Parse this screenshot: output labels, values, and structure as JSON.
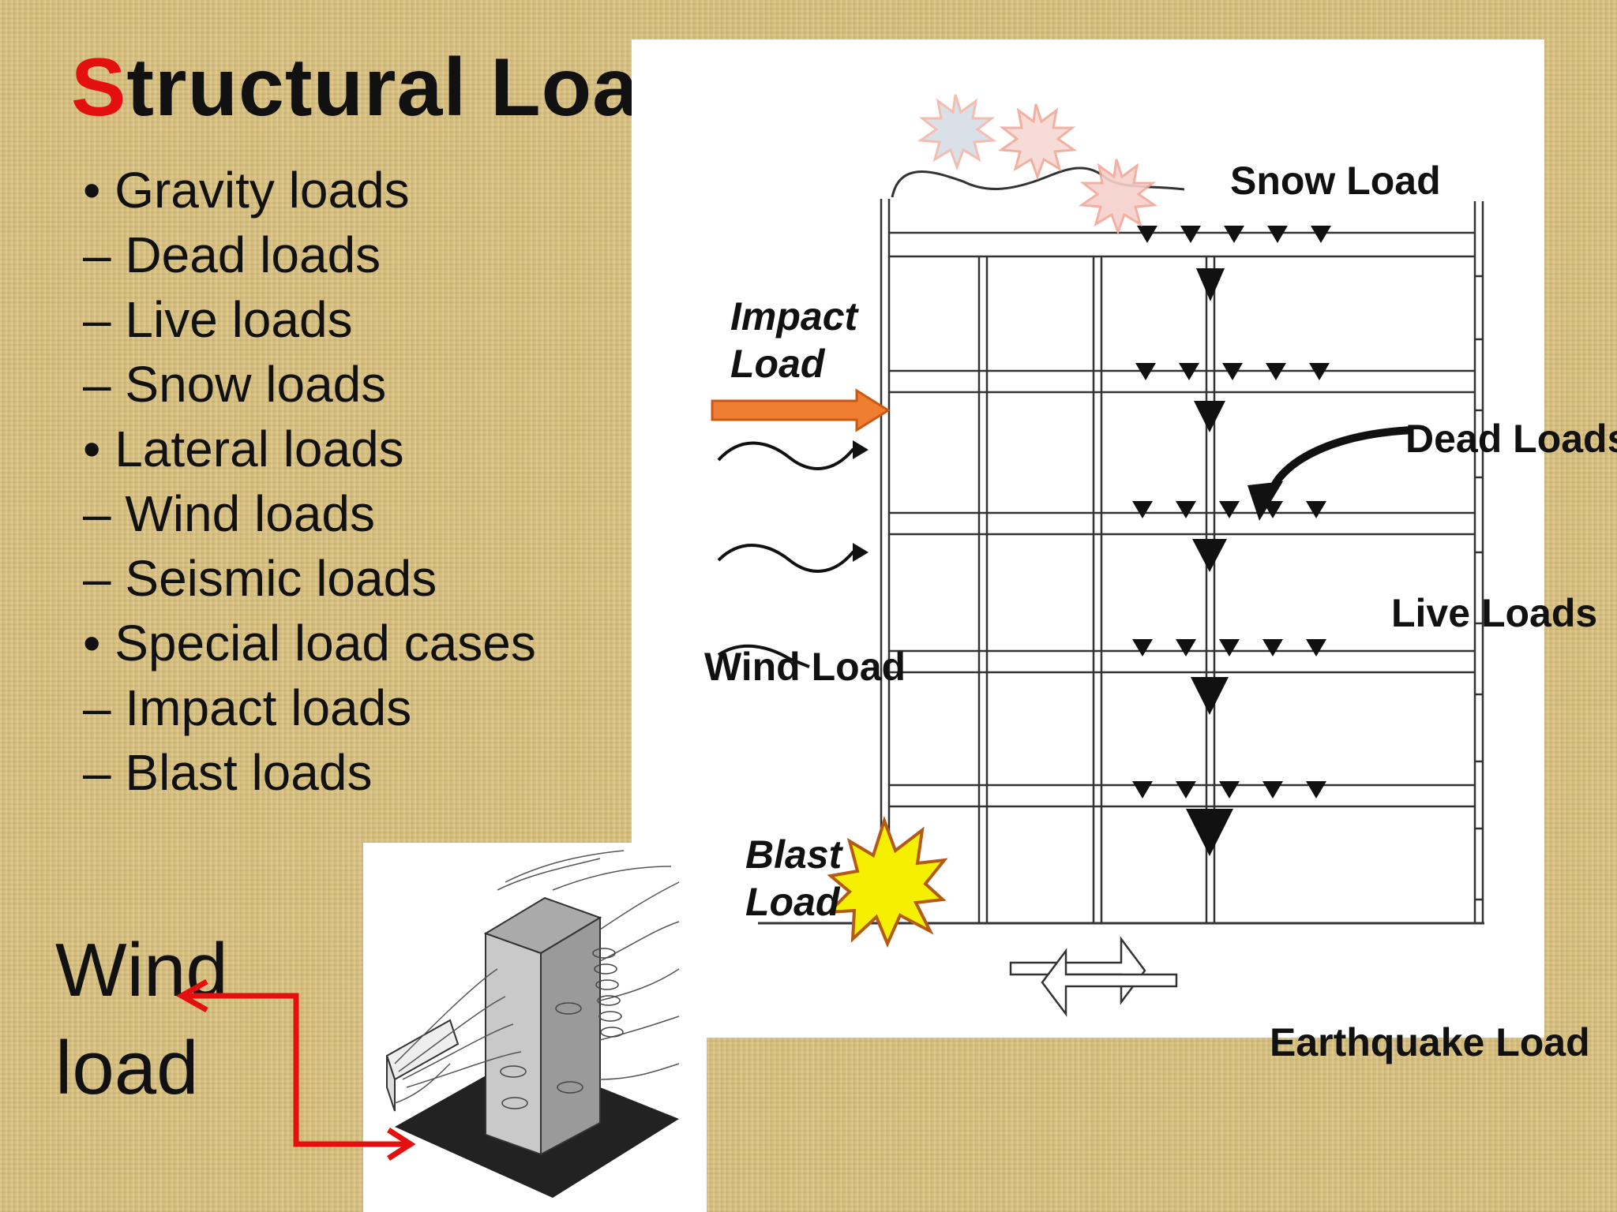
{
  "slide": {
    "title_first_letter": "S",
    "title_rest": "tructural Load",
    "bullets": [
      "• Gravity loads",
      "– Dead loads",
      "– Live loads",
      "– Snow loads",
      "• Lateral loads",
      "– Wind loads",
      "– Seismic loads",
      "• Special load cases",
      "– Impact loads",
      "– Blast loads"
    ],
    "wind_caption": [
      "Wind",
      "load"
    ]
  },
  "diagram": {
    "labels": {
      "snow": "Snow Load",
      "impact_line1": "Impact",
      "impact_line2": "Load",
      "dead": "Dead Loads",
      "live": "Live Loads",
      "wind": "Wind Load",
      "blast_line1": "Blast",
      "blast_line2": "Load",
      "earthquake": "Earthquake Load"
    },
    "colors": {
      "title_accent": "#e41010",
      "impact_arrow": "#f07d32",
      "blast_star": "#f5f000",
      "red_arrow": "#e41010"
    }
  }
}
